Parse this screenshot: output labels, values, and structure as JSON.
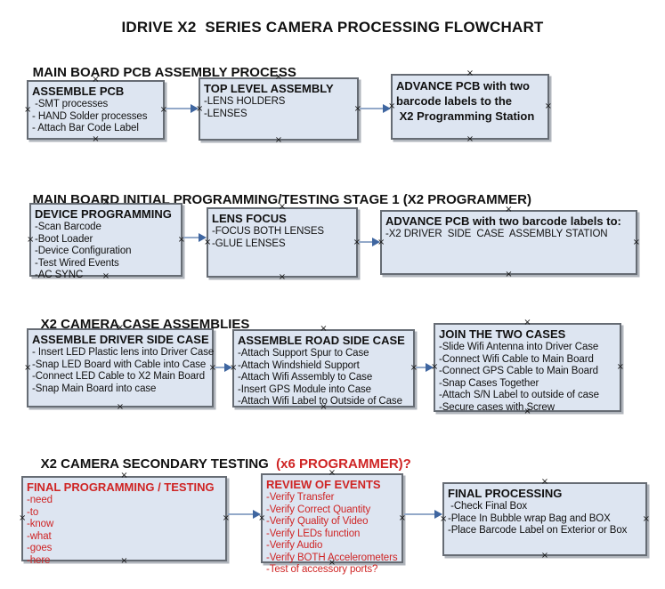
{
  "title": "IDRIVE X2  SERIES CAMERA PROCESSING FLOWCHART",
  "colors": {
    "box_fill": "#dde5f1",
    "box_border": "#666c74",
    "box_shadow": "#b0b5bc",
    "arrow_shaft": "#93a9c9",
    "arrow_head": "#3f66a0",
    "red_text": "#cf2424",
    "black_text": "#111111"
  },
  "icons": {
    "connection_point": "×"
  },
  "sections": [
    {
      "heading": "MAIN BOARD PCB ASSEMBLY PROCESS",
      "boxes": [
        {
          "title": "ASSEMBLE PCB",
          "items": [
            " -SMT processes",
            "- HAND Solder processes",
            "- Attach Bar Code Label"
          ]
        },
        {
          "title": "TOP LEVEL ASSEMBLY",
          "items": [
            "-LENS HOLDERS",
            "-LENSES"
          ]
        },
        {
          "lines": [
            "ADVANCE PCB with two",
            "barcode labels to the",
            " X2 Programming Station"
          ]
        }
      ]
    },
    {
      "heading": "MAIN BOARD INITIAL PROGRAMMING/TESTING STAGE 1 (X2 PROGRAMMER)",
      "boxes": [
        {
          "title": "DEVICE PROGRAMMING",
          "items": [
            "-Scan Barcode",
            "-Boot Loader",
            "-Device Configuration",
            "-Test Wired Events",
            "-AC SYNC"
          ]
        },
        {
          "title": "LENS FOCUS",
          "items": [
            "-FOCUS BOTH LENSES",
            "-GLUE LENSES"
          ]
        },
        {
          "title": "ADVANCE PCB with two barcode labels to:",
          "items": [
            "-X2 DRIVER  SIDE  CASE  ASSEMBLY STATION"
          ]
        }
      ]
    },
    {
      "heading": "X2 CAMERA CASE ASSEMBLIES",
      "boxes": [
        {
          "title": "ASSEMBLE DRIVER SIDE CASE",
          "items": [
            "- Insert LED Plastic lens into Driver Case",
            "-Snap LED Board with Cable into Case",
            "-Connect LED Cable to X2 Main Board",
            "-Snap Main Board into case"
          ]
        },
        {
          "title": "ASSEMBLE ROAD SIDE CASE",
          "items": [
            "-Attach Support Spur to Case",
            "-Attach Windshield Support",
            "-Attach Wifi Assembly to Case",
            "-Insert GPS Module into Case",
            "-Attach Wifi Label to Outside of Case"
          ]
        },
        {
          "title": "JOIN THE TWO CASES",
          "items": [
            "-Slide Wifi Antenna into Driver Case",
            "-Connect Wifi Cable to Main Board",
            "-Connect GPS Cable to Main Board",
            "-Snap Cases Together",
            "-Attach S/N Label to outside of case",
            "-Secure cases with Screw"
          ]
        }
      ]
    },
    {
      "heading": "X2 CAMERA SECONDARY TESTING ",
      "heading_suffix": " (x6 PROGRAMMER)?",
      "boxes": [
        {
          "title": "FINAL PROGRAMMING / TESTING",
          "items": [
            "-need",
            "-to",
            "-know",
            "-what",
            "-goes",
            "-here"
          ]
        },
        {
          "title": "REVIEW OF EVENTS",
          "items": [
            "-Verify Transfer",
            "-Verify Correct Quantity",
            "-Verify Quality of Video",
            "-Verify LEDs function",
            "-Verify Audio",
            "-Verify BOTH Accelerometers",
            "-Test of accessory ports?"
          ]
        },
        {
          "title": "FINAL PROCESSING",
          "items": [
            " -Check Final Box",
            "-Place In Bubble wrap Bag and BOX",
            "-Place Barcode Label on Exterior or Box"
          ]
        }
      ]
    }
  ]
}
